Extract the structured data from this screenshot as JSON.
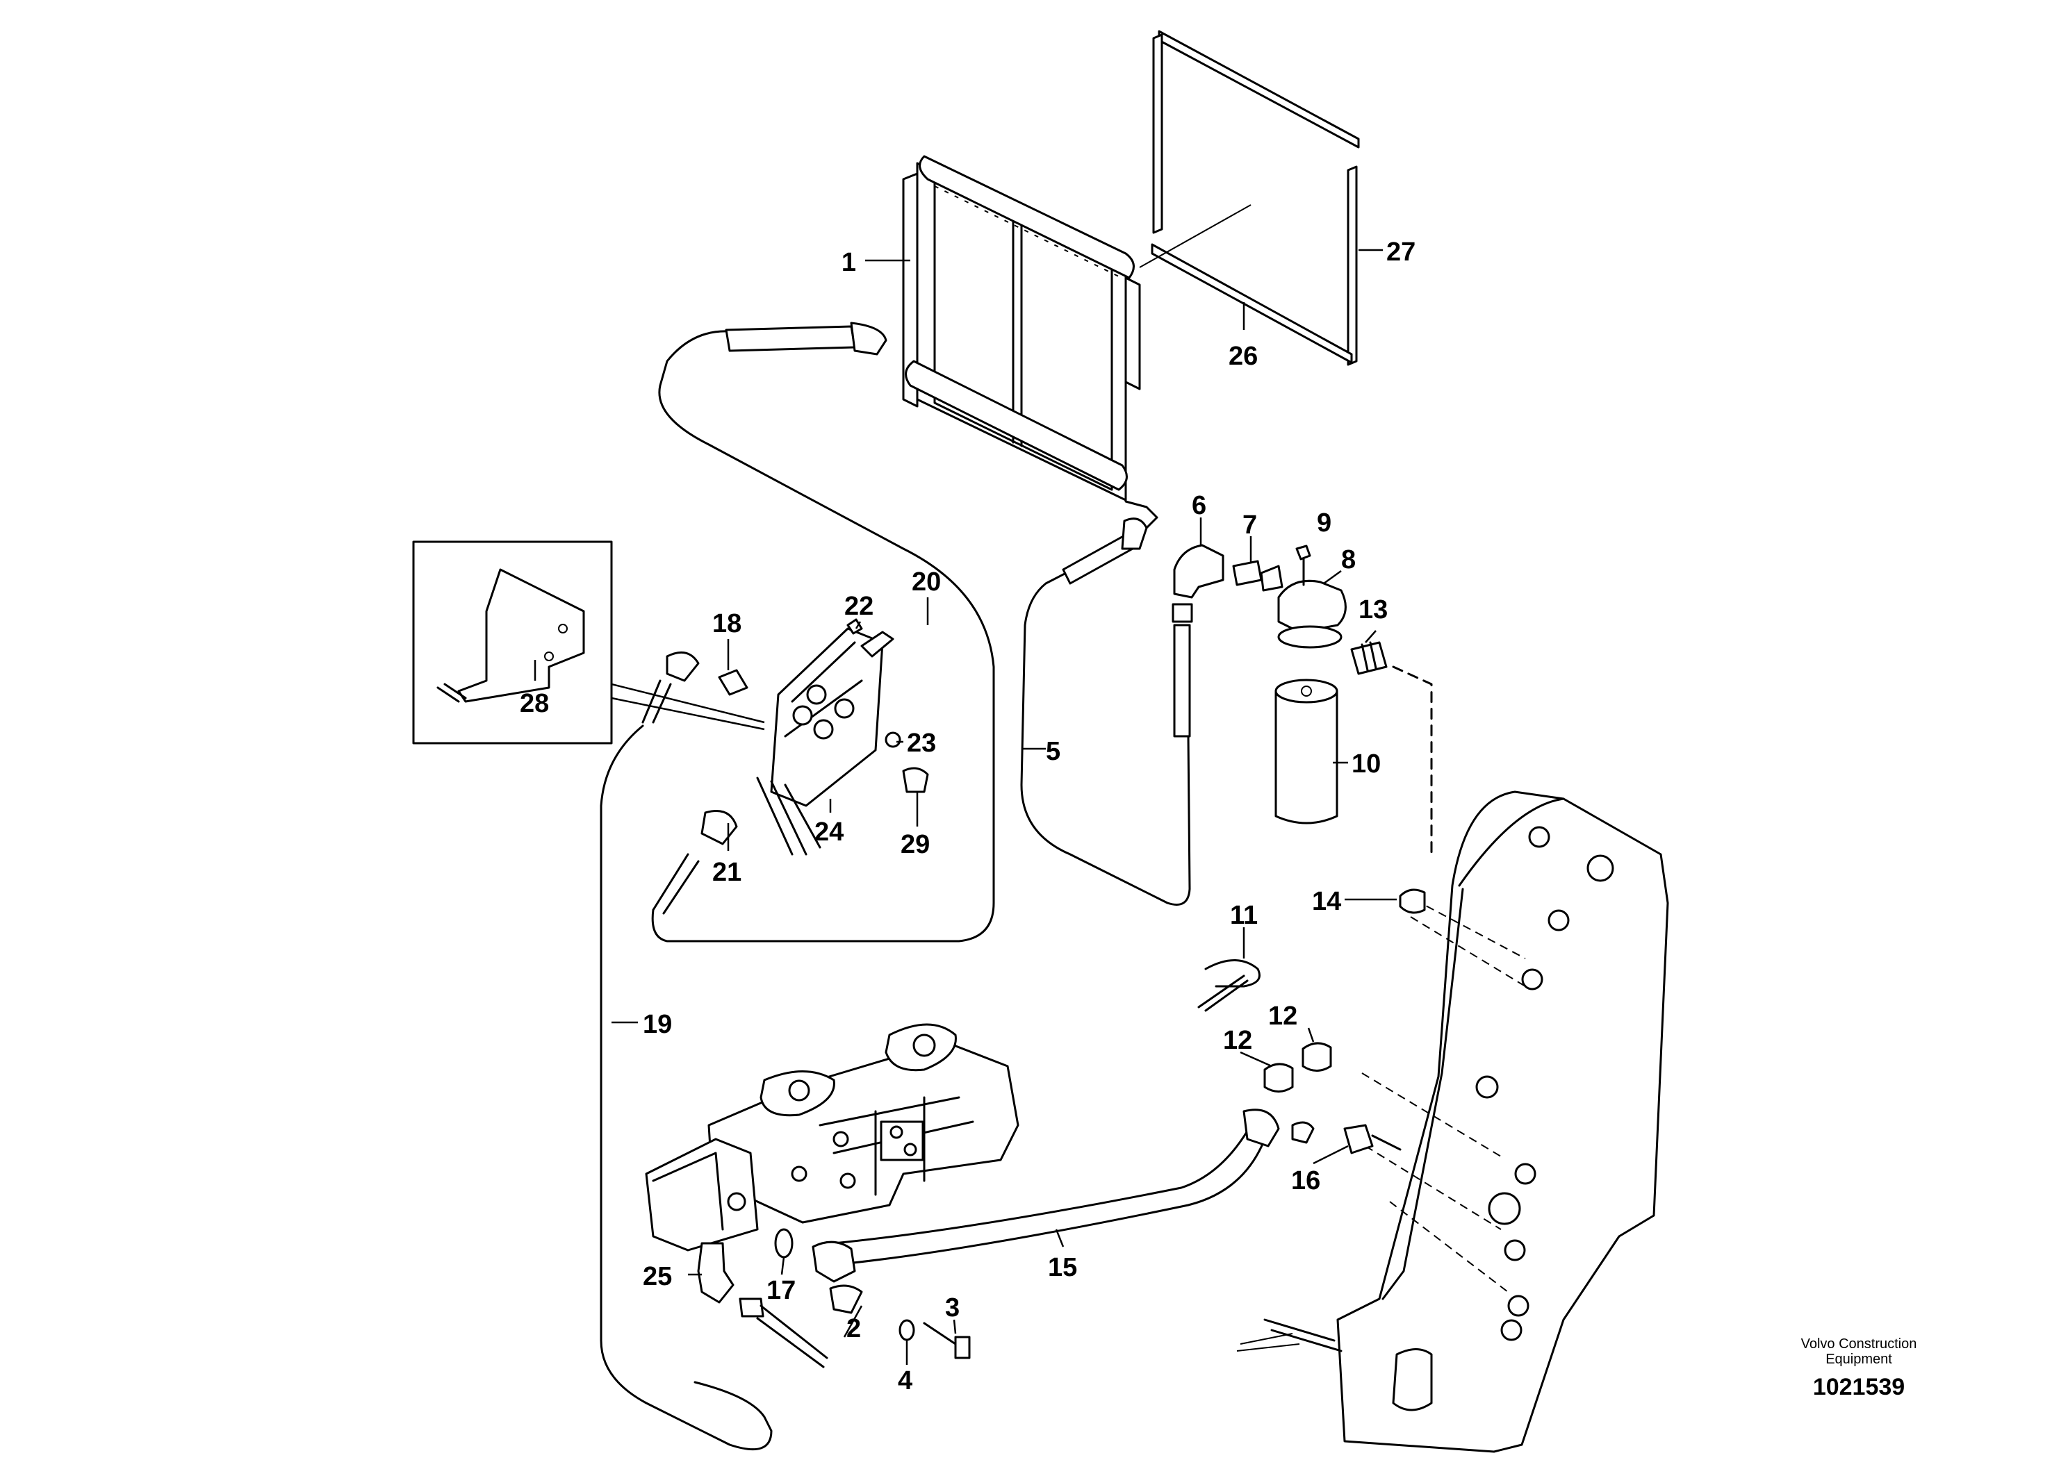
{
  "labels": {
    "p1": "1",
    "p2": "2",
    "p3": "3",
    "p4": "4",
    "p5": "5",
    "p6": "6",
    "p7": "7",
    "p8": "8",
    "p9": "9",
    "p10": "10",
    "p11": "11",
    "p12a": "12",
    "p12b": "12",
    "p13": "13",
    "p14": "14",
    "p15": "15",
    "p16": "16",
    "p17": "17",
    "p18": "18",
    "p19": "19",
    "p20": "20",
    "p21": "21",
    "p22": "22",
    "p23": "23",
    "p24": "24",
    "p25": "25",
    "p26": "26",
    "p27": "27",
    "p28": "28",
    "p29": "29"
  },
  "footer": {
    "maker": "Volvo Construction Equipment",
    "drawing_number": "1021539"
  }
}
